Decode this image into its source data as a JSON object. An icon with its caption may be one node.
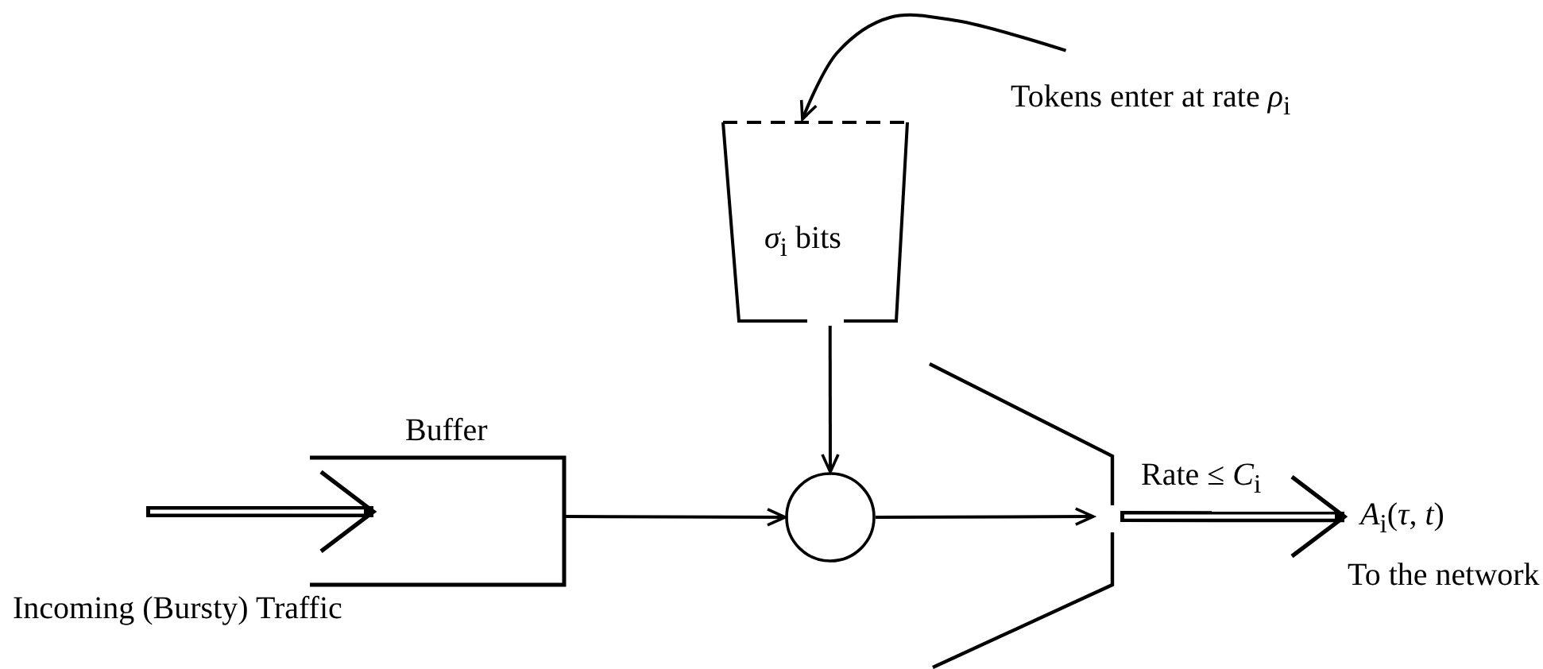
{
  "diagram": {
    "nodes": [
      {
        "text": [
          "Buffer"
        ]
      },
      {
        "text": [
          "*σ*$_{i}$ bits"
        ]
      },
      {
        "text": [],
        "shape": "circle"
      },
      {
        "text": [],
        "shape": "funnel"
      },
      {
        "text": [
          "*A*$_{i}$(*τ*, *t*)"
        ],
        "beside": [
          "To the network"
        ]
      },
      {
        "text": [
          "Tokens enter at rate *ρ*$_{i}$"
        ]
      }
    ],
    "edges": [
      {
        "from": 5,
        "to": 1,
        "arrow": "to"
      },
      {
        "from": null,
        "to": 0,
        "arrow": "to",
        "style": "thick"
      },
      {
        "from": 0,
        "to": 2,
        "arrow": "to"
      },
      {
        "from": 1,
        "to": 2,
        "arrow": "to"
      },
      {
        "from": 2,
        "to": 3,
        "arrow": "to"
      },
      {
        "from": 3,
        "to": 4,
        "arrow": "to",
        "style": "thick",
        "label": "Rate ≤ *C*$_{i}$"
      }
    ],
    "labels": [
      "Incoming (Bursty) Traffic"
    ]
  }
}
